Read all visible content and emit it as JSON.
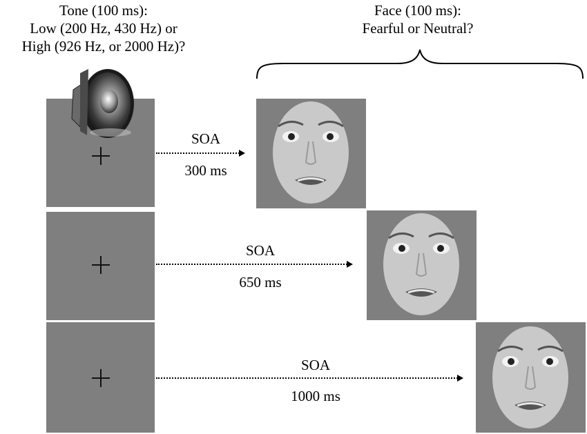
{
  "tone_label": {
    "line1": "Tone (100 ms):",
    "line2": "Low (200 Hz, 430 Hz) or",
    "line3": "High (926 Hz, or 2000 Hz)?"
  },
  "face_label": {
    "line1": "Face (100 ms):",
    "line2": "Fearful or Neutral?"
  },
  "trials": [
    {
      "soa_label": "SOA",
      "soa_value": "300 ms"
    },
    {
      "soa_label": "SOA",
      "soa_value": "650 ms"
    },
    {
      "soa_label": "SOA",
      "soa_value": "1000 ms"
    }
  ],
  "icons": {
    "speaker": "speaker-icon",
    "fixation": "fixation-cross-icon",
    "face": "fearful-face-image"
  },
  "colors": {
    "panel_gray": "#7f7f7f",
    "face_skin": "#c9c9c9"
  }
}
